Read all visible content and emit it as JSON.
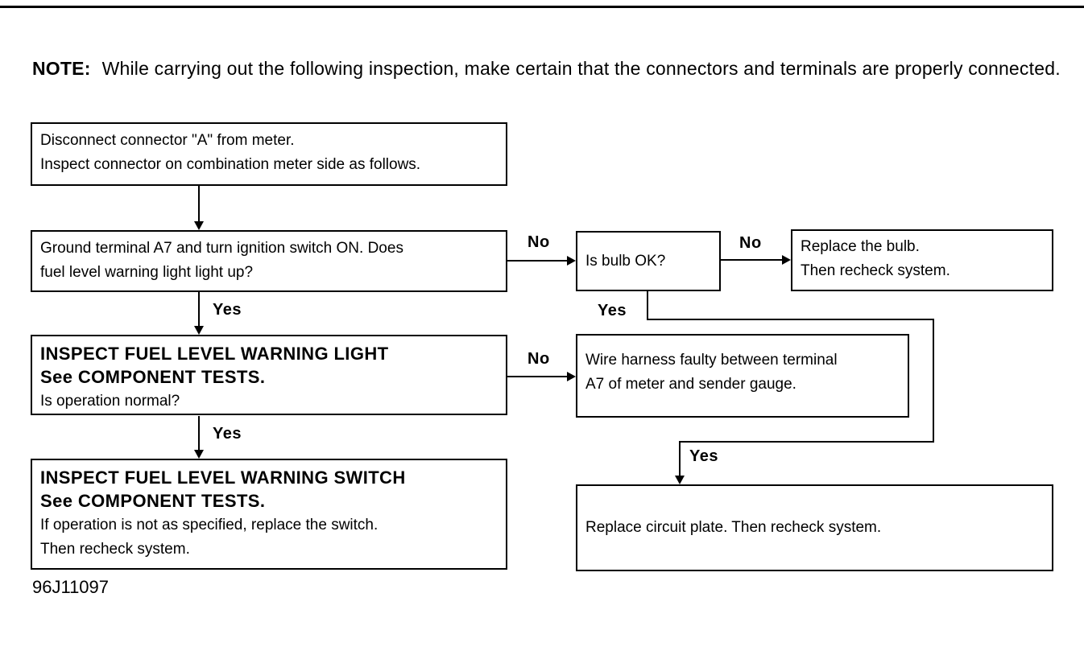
{
  "note": {
    "label": "NOTE:",
    "text": "While carrying out the following inspection, make certain that the connectors and terminals are properly connected."
  },
  "labels": {
    "yes": "Yes",
    "no": "No"
  },
  "figure_id": "96J11097",
  "flowchart": {
    "start": {
      "lines": [
        "Disconnect connector \"A\" from meter.",
        "Inspect connector on combination meter side as follows."
      ]
    },
    "ground_test": {
      "lines": [
        "Ground terminal A7 and turn ignition switch ON. Does",
        "fuel level warning light light up?"
      ]
    },
    "bulb_check": {
      "text": "Is bulb OK?"
    },
    "replace_bulb": {
      "lines": [
        "Replace the bulb.",
        "Then recheck system."
      ]
    },
    "inspect_light": {
      "title": "INSPECT FUEL LEVEL WARNING LIGHT",
      "subtitle": "See COMPONENT TESTS.",
      "question": "Is operation normal?"
    },
    "wire_harness": {
      "lines": [
        "Wire harness faulty between terminal",
        "A7 of meter and sender gauge."
      ]
    },
    "inspect_switch": {
      "title": "INSPECT FUEL LEVEL WARNING SWITCH",
      "subtitle": "See COMPONENT TESTS.",
      "lines": [
        "If operation is not as specified, replace the switch.",
        "Then recheck system."
      ]
    },
    "replace_circuit": {
      "text": "Replace circuit plate. Then recheck system."
    }
  }
}
